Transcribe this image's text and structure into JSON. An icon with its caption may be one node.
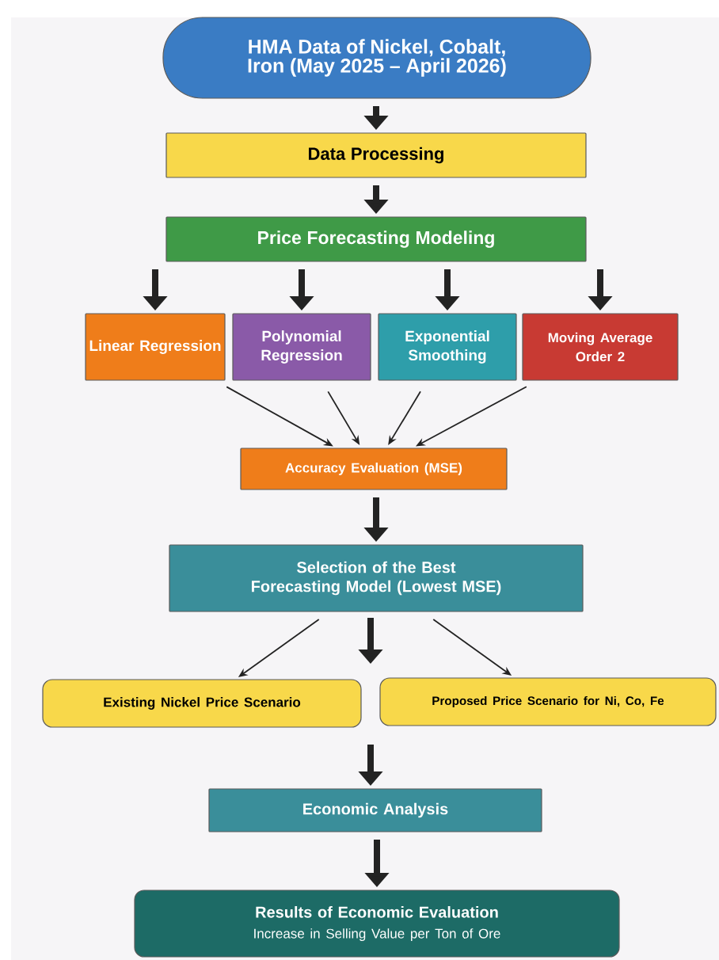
{
  "diagram": {
    "nodes": [
      {
        "text": [
          "HMA Data of Nickel, Cobalt, Iron (May 2025 – April 2026)"
        ]
      },
      {
        "text": [
          "Data Processing"
        ]
      },
      {
        "text": [
          "Price Forecasting Modeling"
        ]
      },
      {
        "text": [
          "Linear Regression"
        ]
      },
      {
        "text": [
          "Polynomial Regression"
        ]
      },
      {
        "text": [
          "Exponential Smoothing"
        ]
      },
      {
        "text": [
          "Moving Average Order 2"
        ]
      },
      {
        "text": [
          "Accuracy Evaluation (MSE)"
        ]
      },
      {
        "text": [
          "Selection of the Best Forecasting Model (Lowest MSE)"
        ]
      },
      {
        "text": [
          "Existing Nickel Price Scenario"
        ]
      },
      {
        "text": [
          "Proposed Price Scenario for Ni, Co, Fe"
        ]
      },
      {
        "text": [
          "Economic Analysis"
        ]
      },
      {
        "text": [
          "Results of Economic Evaluation",
          "Increase in Selling Value per Ton of Ore"
        ]
      }
    ],
    "edges": [
      {
        "from": 0,
        "to": 1,
        "arrow": "to"
      },
      {
        "from": 1,
        "to": 2,
        "arrow": "to"
      },
      {
        "from": 2,
        "to": 3,
        "arrow": "to"
      },
      {
        "from": 2,
        "to": 4,
        "arrow": "to"
      },
      {
        "from": 2,
        "to": 5,
        "arrow": "to"
      },
      {
        "from": 2,
        "to": 6,
        "arrow": "to"
      },
      {
        "from": 3,
        "to": 7,
        "arrow": "to"
      },
      {
        "from": 4,
        "to": 7,
        "arrow": "to"
      },
      {
        "from": 5,
        "to": 7,
        "arrow": "to"
      },
      {
        "from": 6,
        "to": 7,
        "arrow": "to"
      },
      {
        "from": 7,
        "to": 8,
        "arrow": "to"
      },
      {
        "from": 8,
        "to": 9,
        "arrow": "to"
      },
      {
        "from": 8,
        "to": null,
        "arrow": "to"
      },
      {
        "from": 8,
        "to": 10,
        "arrow": "to"
      },
      {
        "from": null,
        "to": 11,
        "arrow": "to"
      },
      {
        "from": 11,
        "to": 12,
        "arrow": "to"
      }
    ]
  }
}
